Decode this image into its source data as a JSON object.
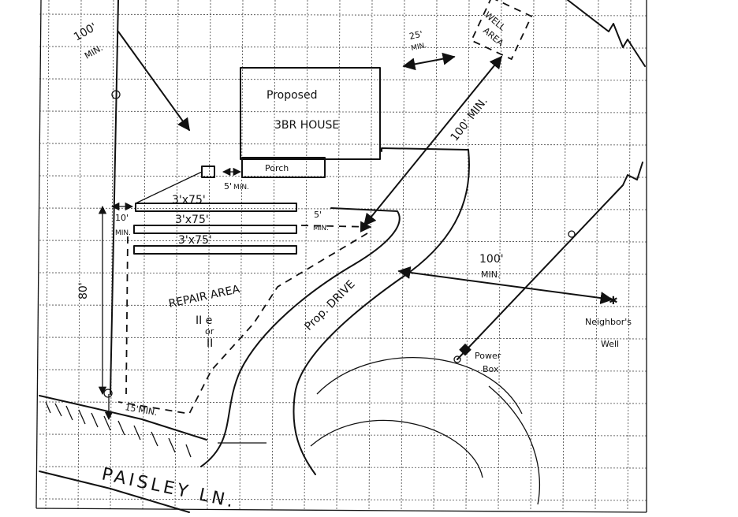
{
  "labels": {
    "house_line1": "Proposed",
    "house_line2": "3BR HOUSE",
    "porch": "Porch",
    "trench1": "3'x75'",
    "trench2": "3'x75'",
    "trench3": "3'x75'",
    "repair_area": "REPAIR AREA",
    "repair_roman": "II e",
    "repair_of": "or",
    "repair_roman2": "II",
    "drive": "Prop. DRIVE",
    "road": "PAISLEY LN.",
    "well_line1": "WELL",
    "well_line2": "AREA",
    "neighbor_line1": "Neighbor's",
    "neighbor_line2": "Well",
    "power_line1": "Power",
    "power_line2": "Box"
  },
  "dimensions": {
    "top_left": "100'",
    "top_left_min": "MIN.",
    "well_setback": "25'",
    "well_setback_min": "MIN.",
    "house_to_well": "100' MIN.",
    "tank_clearance": "5'",
    "tank_clearance_min": "MIN.",
    "trench_clearance": "5'",
    "trench_clearance_min": "MIN.",
    "side_setback": "10'",
    "side_setback_min": "MIN.",
    "field_length": "80'",
    "road_setback": "15'MIN.",
    "neighbor_well": "100'",
    "neighbor_well_min": "MIN."
  }
}
